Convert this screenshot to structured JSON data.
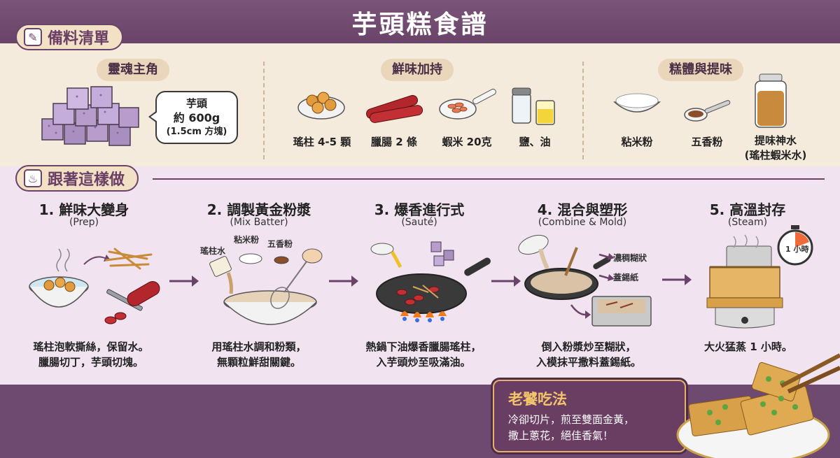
{
  "title": "芋頭糕食譜",
  "ingredients": {
    "heading": "備料清單",
    "groups": [
      {
        "label": "靈魂主角"
      },
      {
        "label": "鮮味加持"
      },
      {
        "label": "糕體與提味"
      }
    ],
    "taro_note": {
      "line1": "芋頭",
      "line2": "約 600g",
      "line3": "(1.5cm 方塊)"
    },
    "items": {
      "scallop": "瑤柱 4-5 顆",
      "sausage": "臘腸 2 條",
      "shrimp": "蝦米 20克",
      "salt_oil": "鹽、油",
      "rice_flour": "粘米粉",
      "five_spice": "五香粉",
      "stock_line1": "提味神水",
      "stock_line2": "(瑤柱蝦米水)"
    }
  },
  "steps": {
    "heading": "跟著這樣做",
    "list": [
      {
        "title": "1. 鮮味大變身",
        "sub": "(Prep)",
        "desc1": "瑤柱泡軟撕絲，保留水。",
        "desc2": "臘腸切丁，芋頭切塊。"
      },
      {
        "title": "2. 調製黃金粉漿",
        "sub": "(Mix Batter)",
        "desc1": "用瑤柱水調和粉類，",
        "desc2": "無顆粒鮮甜關鍵。"
      },
      {
        "title": "3. 爆香進行式",
        "sub": "(Sauté)",
        "desc1": "熱鍋下油爆香臘腸瑤柱，",
        "desc2": "入芋頭炒至吸滿油。"
      },
      {
        "title": "4. 混合與塑形",
        "sub": "(Combine & Mold)",
        "desc1": "倒入粉漿炒至糊狀，",
        "desc2": "入模抹平撒料蓋錫紙。"
      },
      {
        "title": "5. 高溫封存",
        "sub": "(Steam)",
        "desc1": "大火猛蒸 1 小時。",
        "desc2": ""
      }
    ],
    "labels": {
      "scallop_water": "瑤柱水",
      "rice_flour": "粘米粉",
      "five_spice": "五香粉",
      "thick_paste": "濃稠糊狀",
      "foil": "蓋錫紙",
      "timer": "1 小時"
    }
  },
  "tip": {
    "title": "老饕吃法",
    "line1": "冷卻切片，煎至雙面金黃，",
    "line2": "撒上蔥花，絕佳香氣！"
  },
  "colors": {
    "brand_purple": "#6a4468",
    "cream": "#f5ebdd",
    "lavender": "#f1e4f0",
    "gold": "#e0b46a"
  }
}
